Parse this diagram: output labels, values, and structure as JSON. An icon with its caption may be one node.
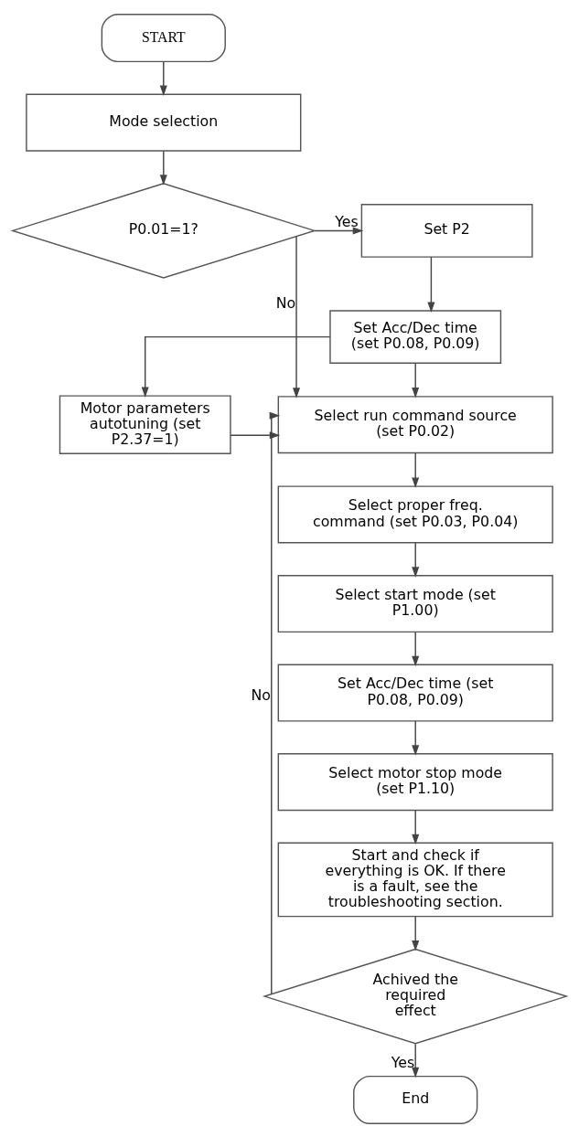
{
  "diagram": {
    "nodes": [
      {
        "text": [
          "START"
        ]
      },
      {
        "text": [
          "Mode selection"
        ]
      },
      {
        "text": [
          "P0.01=1?"
        ]
      },
      {
        "text": [
          "Set P2"
        ]
      },
      {
        "text": [
          "Set Acc/Dec time (set P0.08, P0.09)"
        ]
      },
      {
        "text": [
          "Motor parameters autotuning (set P2.37=1)"
        ]
      },
      {
        "text": [
          "Select run command source (set P0.02)"
        ]
      },
      {
        "text": [
          "Select proper freq. command (set P0.03, P0.04)"
        ]
      },
      {
        "text": [
          "Select start mode (set P1.00)"
        ]
      },
      {
        "text": [
          "Set Acc/Dec time (set P0.08, P0.09)"
        ]
      },
      {
        "text": [
          "Select motor stop mode (set P1.10)"
        ]
      },
      {
        "text": [
          "Start and check if everything is OK. If there is a fault, see the troubleshooting section."
        ]
      },
      {
        "text": [
          "Achived the required effect"
        ]
      },
      {
        "text": [
          "End"
        ]
      }
    ],
    "edges": [
      {
        "from": 0,
        "to": 1,
        "arrow": "to"
      },
      {
        "from": 1,
        "to": 2,
        "arrow": "to"
      },
      {
        "from": 2,
        "to": 3,
        "arrow": "to",
        "label": "Yes"
      },
      {
        "from": 2,
        "to": 6,
        "arrow": "to",
        "label": "No"
      },
      {
        "from": 3,
        "to": 4,
        "arrow": "to"
      },
      {
        "from": 4,
        "to": 6,
        "arrow": "to"
      },
      {
        "from": 4,
        "to": 5,
        "arrow": "to"
      },
      {
        "from": 5,
        "to": 6,
        "arrow": "to"
      },
      {
        "from": 6,
        "to": 7,
        "arrow": "to"
      },
      {
        "from": 7,
        "to": 8,
        "arrow": "to"
      },
      {
        "from": 8,
        "to": 9,
        "arrow": "to"
      },
      {
        "from": 9,
        "to": 10,
        "arrow": "to"
      },
      {
        "from": 10,
        "to": 11,
        "arrow": "to"
      },
      {
        "from": 11,
        "to": 12,
        "arrow": "to"
      },
      {
        "from": 12,
        "to": 6,
        "arrow": "to",
        "label": "No"
      },
      {
        "from": 12,
        "to": 13,
        "arrow": "to",
        "label": "Yes"
      }
    ]
  }
}
